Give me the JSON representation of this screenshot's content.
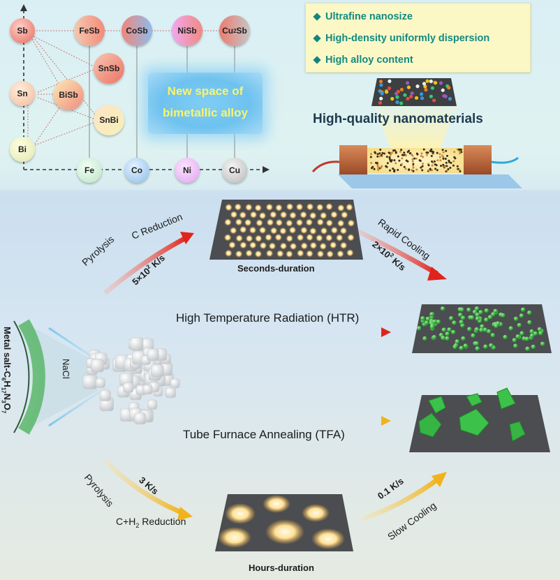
{
  "alloy_map": {
    "row_elements": [
      "Sb",
      "Sn",
      "Bi"
    ],
    "column_elements": [
      "Fe",
      "Co",
      "Ni",
      "Cu"
    ],
    "compounds": [
      "FeSb",
      "CoSb",
      "NiSb",
      "Cu",
      "2",
      "Sb",
      "SnSb",
      "BiSb",
      "SnBi"
    ],
    "new_space_line1": "New space of",
    "new_space_line2": "bimetallic alloy"
  },
  "features": [
    "Ultrafine nanosize",
    "High-density uniformly dispersion",
    "High alloy content"
  ],
  "product_label": "High-quality nanomaterials",
  "htr_route": {
    "step1_a": "Pyrolysis",
    "step1_b": "C Reduction",
    "heating_rate": "5×10",
    "heating_rate_sup": "2",
    "heating_rate_unit": " K/s",
    "duration": "Seconds-duration",
    "cooling": "Rapid Cooling",
    "cooling_rate": "2×10",
    "cooling_rate_sup": "2",
    "cooling_rate_unit": " K/s",
    "name": "High Temperature Radiation (HTR)"
  },
  "tfa_route": {
    "name": "Tube Furnace Annealing (TFA)",
    "step1_a": "Pyrolysis",
    "heating_rate": "3 K/s",
    "reduction_a": "C+H",
    "reduction_sub": "2",
    "reduction_b": " Reduction",
    "duration": "Hours-duration",
    "cooling_rate": "0.1 K/s",
    "cooling": "Slow Cooling"
  },
  "precursor": {
    "template": "NaCl",
    "formula_a": "Metal salt-C",
    "formula_s1": "6",
    "formula_b": "H",
    "formula_s2": "17",
    "formula_c": "N",
    "formula_s3": "3",
    "formula_d": "O",
    "formula_s4": "7"
  },
  "colors": {
    "feature_text": "#138a80",
    "htr_arrow": "#e0241c",
    "tfa_arrow": "#f1b21c",
    "glow": "#ffd27a",
    "nanoparticle": "#2aa43a",
    "crystal": "#3cc24a",
    "substrate": "#4e5052"
  }
}
